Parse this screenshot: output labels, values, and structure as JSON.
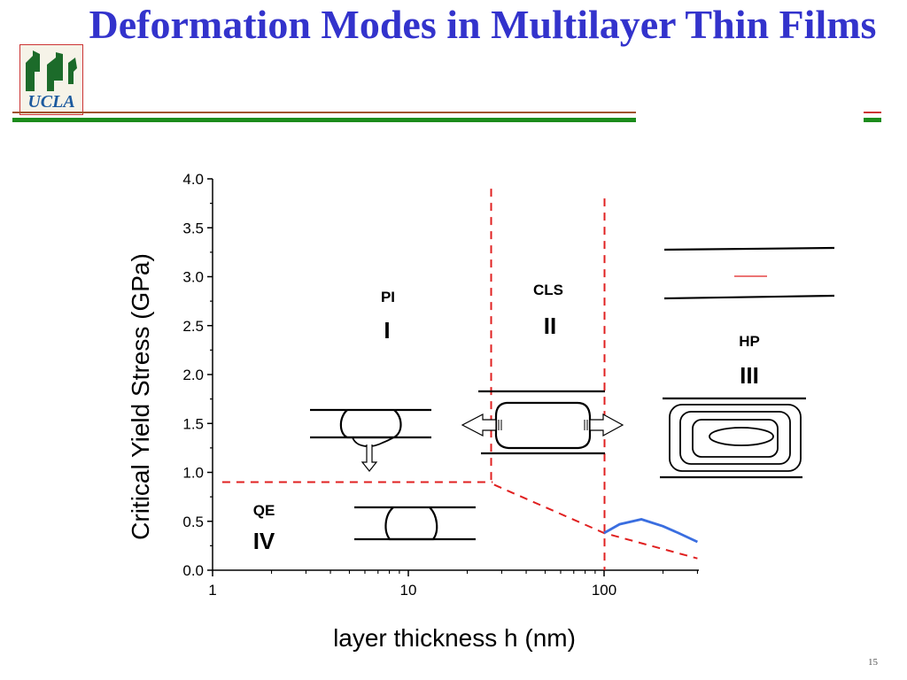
{
  "slide": {
    "title": "Deformation Modes in Multilayer Thin Films",
    "logo_text": "UCLA",
    "page_number": "15"
  },
  "colors": {
    "title": "#3333cc",
    "rule_green": "#1c8c1c",
    "rule_thin": "#a0522d",
    "boundary_dashed": "#e02020",
    "curve": "#3a6ee0"
  },
  "chart_data": {
    "type": "line",
    "xlabel": "layer thickness h (nm)",
    "ylabel": "Critical Yield Stress (GPa)",
    "xscale": "log",
    "xlim": [
      1,
      300
    ],
    "ylim": [
      0,
      4
    ],
    "x_ticks": [
      "1",
      "10",
      "100"
    ],
    "y_ticks": [
      "0.0",
      "0.5",
      "1.0",
      "1.5",
      "2.0",
      "2.5",
      "3.0",
      "3.5",
      "4.0"
    ],
    "series": [
      {
        "style": "dashed",
        "color": "#e02020",
        "points": [
          [
            1.12,
            0.9
          ],
          [
            26,
            0.9
          ],
          [
            27,
            0.9
          ]
        ]
      },
      {
        "style": "dashed",
        "color": "#e02020",
        "points": [
          [
            26.5,
            3.9
          ],
          [
            26.5,
            0.9
          ],
          [
            27,
            0.88
          ],
          [
            100,
            0.38
          ],
          [
            300,
            0.12
          ]
        ]
      },
      {
        "style": "dashed",
        "color": "#e02020",
        "points": [
          [
            100.5,
            3.8
          ],
          [
            100.5,
            0.0
          ]
        ]
      },
      {
        "style": "solid",
        "color": "#3a6ee0",
        "points": [
          [
            100,
            0.38
          ],
          [
            120,
            0.47
          ],
          [
            155,
            0.52
          ],
          [
            200,
            0.45
          ],
          [
            240,
            0.38
          ],
          [
            300,
            0.29
          ]
        ]
      }
    ],
    "regions": [
      {
        "code": "PI",
        "roman": "I"
      },
      {
        "code": "CLS",
        "roman": "II"
      },
      {
        "code": "HP",
        "roman": "III"
      },
      {
        "code": "QE",
        "roman": "IV"
      }
    ]
  }
}
